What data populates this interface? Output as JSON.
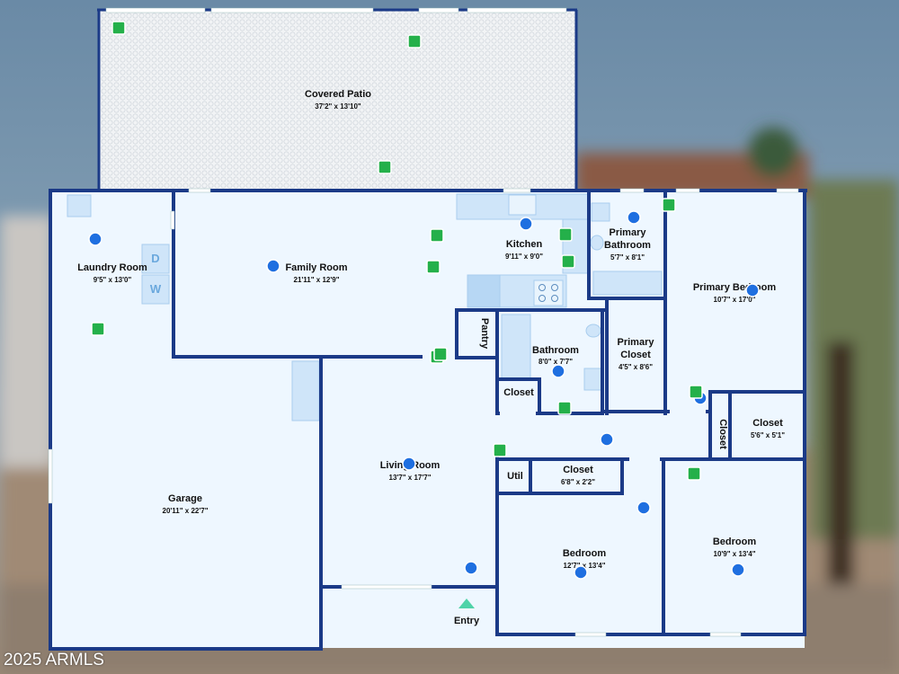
{
  "watermark": "2025 ARMLS",
  "rooms": {
    "covered_patio": {
      "name": "Covered Patio",
      "dims": "37'2\" x 13'10\""
    },
    "laundry": {
      "name": "Laundry Room",
      "dims": "9'5\" x 13'0\""
    },
    "family": {
      "name": "Family Room",
      "dims": "21'11\" x 12'9\""
    },
    "kitchen": {
      "name": "Kitchen",
      "dims": "9'11\" x 9'0\""
    },
    "primary_bath": {
      "name_line1": "Primary",
      "name_line2": "Bathroom",
      "dims": "5'7\" x 8'1\""
    },
    "primary_bed": {
      "name": "Primary Bedroom",
      "dims": "10'7\" x 17'0\""
    },
    "pantry": {
      "name": "Pantry"
    },
    "bathroom": {
      "name": "Bathroom",
      "dims": "8'0\" x 7'7\""
    },
    "primary_closet": {
      "name_line1": "Primary",
      "name_line2": "Closet",
      "dims": "4'5\" x 8'6\""
    },
    "closet_small": {
      "name": "Closet"
    },
    "closet_vertical": {
      "name": "Closet"
    },
    "closet_right": {
      "name": "Closet",
      "dims": "5'6\" x 5'1\""
    },
    "living": {
      "name": "Living Room",
      "dims": "13'7\" x 17'7\""
    },
    "util": {
      "name": "Util"
    },
    "closet_hall": {
      "name": "Closet",
      "dims": "6'8\" x 2'2\""
    },
    "garage": {
      "name": "Garage",
      "dims": "20'11\" x 22'7\""
    },
    "bedroom_left": {
      "name": "Bedroom",
      "dims": "12'7\" x 13'4\""
    },
    "bedroom_right": {
      "name": "Bedroom",
      "dims": "10'9\" x 13'4\""
    }
  },
  "appliances": {
    "dryer": "D",
    "washer": "W"
  },
  "entry_label": "Entry",
  "colors": {
    "wall": "#1b3a87",
    "floor": "#eef7ff",
    "blue_dot": "#1f6fe0",
    "green_marker": "#24b04a",
    "fixture": "#b8daf7",
    "entry": "#4fd3a8"
  }
}
